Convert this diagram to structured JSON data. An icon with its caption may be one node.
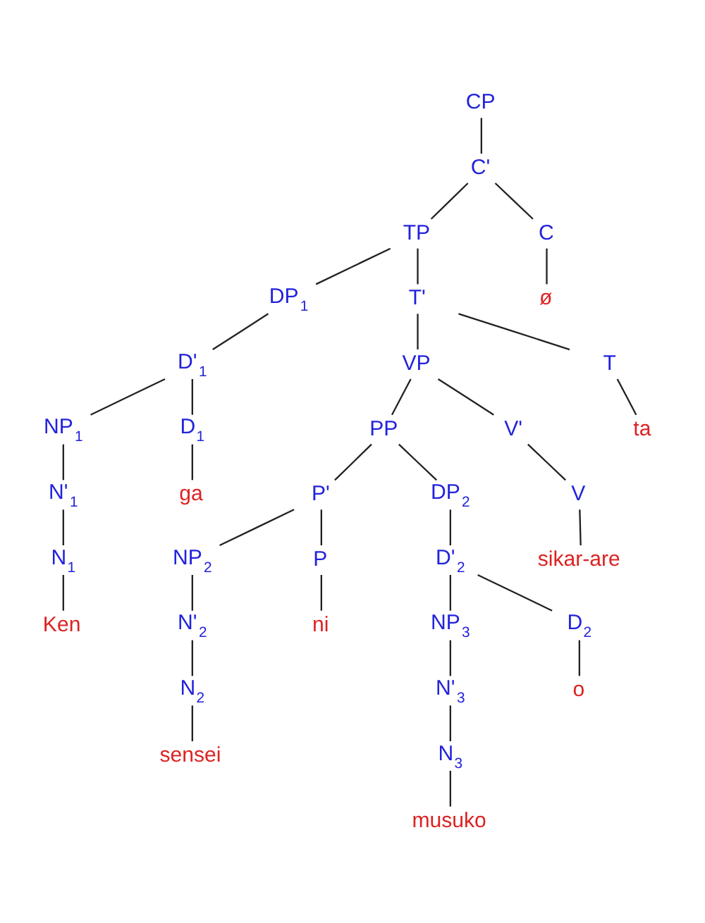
{
  "diagram": {
    "nodes": [
      {
        "text": [
          "CP"
        ]
      },
      {
        "text": [
          "C'"
        ]
      },
      {
        "text": [
          "TP"
        ]
      },
      {
        "text": [
          "C"
        ]
      },
      {
        "text": [
          "DP$_{1}$"
        ]
      },
      {
        "text": [
          "T'"
        ]
      },
      {
        "text": [
          "ø"
        ]
      },
      {
        "text": [
          "D'$_{1}$"
        ]
      },
      {
        "text": [
          "VP"
        ]
      },
      {
        "text": [
          "T"
        ]
      },
      {
        "text": [
          "NP$_{1}$"
        ]
      },
      {
        "text": [
          "D$_{1}$"
        ]
      },
      {
        "text": [
          "PP"
        ]
      },
      {
        "text": [
          "V'"
        ]
      },
      {
        "text": [
          "ta"
        ]
      },
      {
        "text": [
          "N'$_{1}$"
        ]
      },
      {
        "text": [
          "ga"
        ]
      },
      {
        "text": [
          "P'"
        ]
      },
      {
        "text": [
          "DP$_{2}$"
        ]
      },
      {
        "text": [
          "V"
        ]
      },
      {
        "text": [
          "N$_{1}$"
        ]
      },
      {
        "text": [
          "NP$_{2}$"
        ]
      },
      {
        "text": [
          "P"
        ]
      },
      {
        "text": [
          "D'$_{2}$"
        ]
      },
      {
        "text": [
          "sikar-are"
        ]
      },
      {
        "text": [
          "Ken"
        ]
      },
      {
        "text": [
          "N'$_{2}$"
        ]
      },
      {
        "text": [
          "ni"
        ]
      },
      {
        "text": [
          "NP$_{3}$"
        ]
      },
      {
        "text": [
          "D$_{2}$"
        ]
      },
      {
        "text": [
          "N$_{2}$"
        ]
      },
      {
        "text": [
          "N'$_{3}$"
        ]
      },
      {
        "text": [
          "o"
        ]
      },
      {
        "text": [
          "sensei"
        ]
      },
      {
        "text": [
          "N$_{3}$"
        ]
      },
      {
        "text": [
          "musuko"
        ]
      }
    ],
    "edges": [
      {
        "from": 0,
        "to": 1,
        "arrow": "none"
      },
      {
        "from": 1,
        "to": 2,
        "arrow": "none"
      },
      {
        "from": 1,
        "to": 3,
        "arrow": "none"
      },
      {
        "from": 2,
        "to": 4,
        "arrow": "none"
      },
      {
        "from": 2,
        "to": 5,
        "arrow": "none"
      },
      {
        "from": 3,
        "to": 6,
        "arrow": "none"
      },
      {
        "from": 4,
        "to": 7,
        "arrow": "none"
      },
      {
        "from": 5,
        "to": 8,
        "arrow": "none"
      },
      {
        "from": 5,
        "to": 9,
        "arrow": "none"
      },
      {
        "from": 7,
        "to": 10,
        "arrow": "none"
      },
      {
        "from": 7,
        "to": 11,
        "arrow": "none"
      },
      {
        "from": 8,
        "to": 12,
        "arrow": "none"
      },
      {
        "from": 8,
        "to": 13,
        "arrow": "none"
      },
      {
        "from": 9,
        "to": 14,
        "arrow": "none"
      },
      {
        "from": 10,
        "to": 15,
        "arrow": "none"
      },
      {
        "from": 11,
        "to": 16,
        "arrow": "none"
      },
      {
        "from": 12,
        "to": 17,
        "arrow": "none"
      },
      {
        "from": 12,
        "to": 18,
        "arrow": "none"
      },
      {
        "from": 13,
        "to": 19,
        "arrow": "none"
      },
      {
        "from": 15,
        "to": 20,
        "arrow": "none"
      },
      {
        "from": 17,
        "to": 21,
        "arrow": "none"
      },
      {
        "from": 17,
        "to": 22,
        "arrow": "none"
      },
      {
        "from": 18,
        "to": 23,
        "arrow": "none"
      },
      {
        "from": 19,
        "to": 24,
        "arrow": "none"
      },
      {
        "from": 20,
        "to": 25,
        "arrow": "none"
      },
      {
        "from": 21,
        "to": 26,
        "arrow": "none"
      },
      {
        "from": 22,
        "to": 27,
        "arrow": "none"
      },
      {
        "from": 23,
        "to": 28,
        "arrow": "none"
      },
      {
        "from": 23,
        "to": 29,
        "arrow": "none"
      },
      {
        "from": 26,
        "to": 30,
        "arrow": "none"
      },
      {
        "from": 28,
        "to": 31,
        "arrow": "none"
      },
      {
        "from": 29,
        "to": 32,
        "arrow": "none"
      },
      {
        "from": 30,
        "to": 33,
        "arrow": "none"
      },
      {
        "from": 31,
        "to": 34,
        "arrow": "none"
      },
      {
        "from": 34,
        "to": 35,
        "arrow": "none"
      }
    ]
  }
}
